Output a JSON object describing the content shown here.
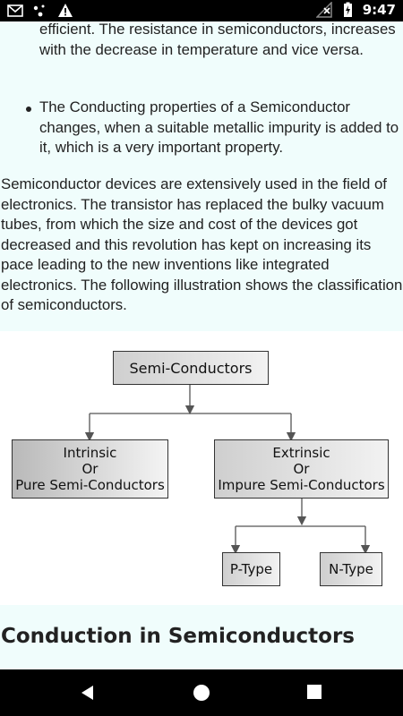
{
  "status_bar": {
    "time": "9:47",
    "icons": [
      "gmail-icon",
      "dots-icon",
      "warning-icon",
      "no-signal-icon",
      "battery-charging-icon"
    ]
  },
  "article": {
    "bullet1_tail": "efficient. The resistance in semiconductors, increases with the decrease in temperature and vice versa.",
    "bullet2": "The Conducting properties of a Semiconductor changes, when a suitable metallic impurity is added to it, which is a very important property.",
    "paragraph": "Semiconductor devices are extensively used in the field of electronics. The transistor has replaced the bulky vacuum tubes, from which the size and cost of the devices got decreased and this revolution has kept on increasing its pace leading to the new inventions like integrated electronics. The following illustration shows the classification of semiconductors."
  },
  "diagram": {
    "root": "Semi-Conductors",
    "intrinsic": [
      "Intrinsic",
      "Or",
      "Pure Semi-Conductors"
    ],
    "extrinsic": [
      "Extrinsic",
      "Or",
      "Impure Semi-Conductors"
    ],
    "p_type": "P-Type",
    "n_type": "N-Type"
  },
  "heading": "Conduction in Semiconductors",
  "nav": [
    "back-icon",
    "home-icon",
    "recents-icon"
  ]
}
